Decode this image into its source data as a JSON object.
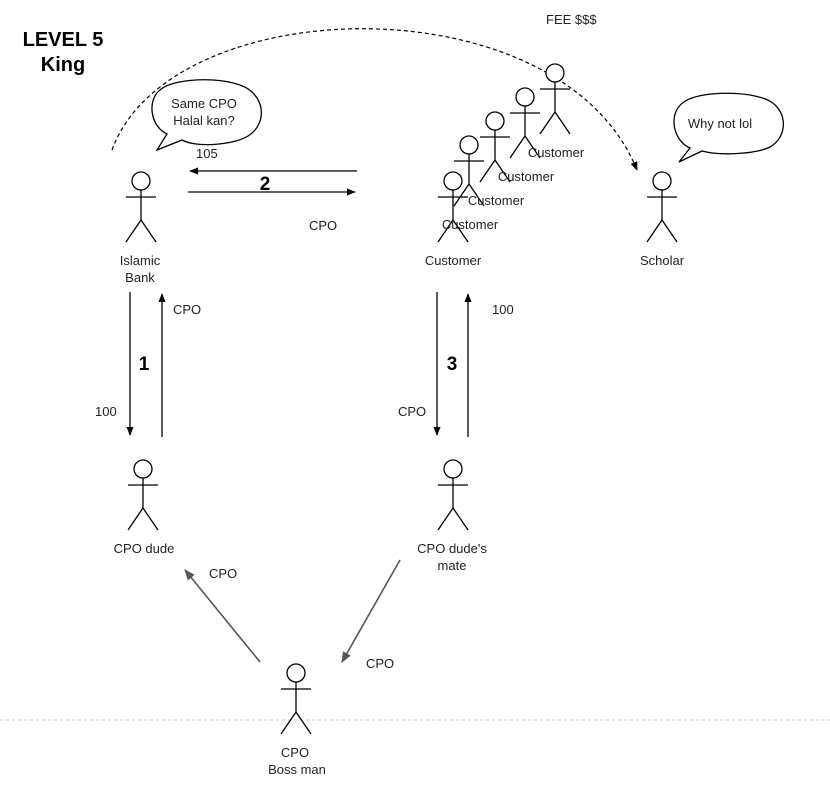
{
  "title": {
    "line1": "LEVEL 5",
    "line2": "King"
  },
  "fee_label": "FEE $$$",
  "actors": {
    "islamic_bank": {
      "line1": "Islamic",
      "line2": "Bank"
    },
    "customer_main": "Customer",
    "customer_stack": [
      "Customer",
      "Customer",
      "Customer",
      "Customer"
    ],
    "scholar": "Scholar",
    "cpo_dude": "CPO dude",
    "cpo_dude_mate": {
      "line1": "CPO dude's",
      "line2": "mate"
    },
    "boss": {
      "line1": "CPO",
      "line2": "Boss man"
    }
  },
  "bubbles": {
    "bank": {
      "line1": "Same CPO",
      "line2": "Halal kan?"
    },
    "scholar": "Why not lol"
  },
  "flows": {
    "bank_customer_top": "105",
    "bank_customer_bottom": "CPO",
    "bank_dude_down": "100",
    "bank_dude_up": "CPO",
    "customer_mate_down": "CPO",
    "customer_mate_up": "100",
    "boss_to_dude": "CPO",
    "mate_to_boss": "CPO"
  },
  "steps": {
    "one": "1",
    "two": "2",
    "three": "3"
  },
  "colors": {
    "line": "#000000",
    "boss_arrow": "#555555",
    "baseline": "#cccccc"
  }
}
